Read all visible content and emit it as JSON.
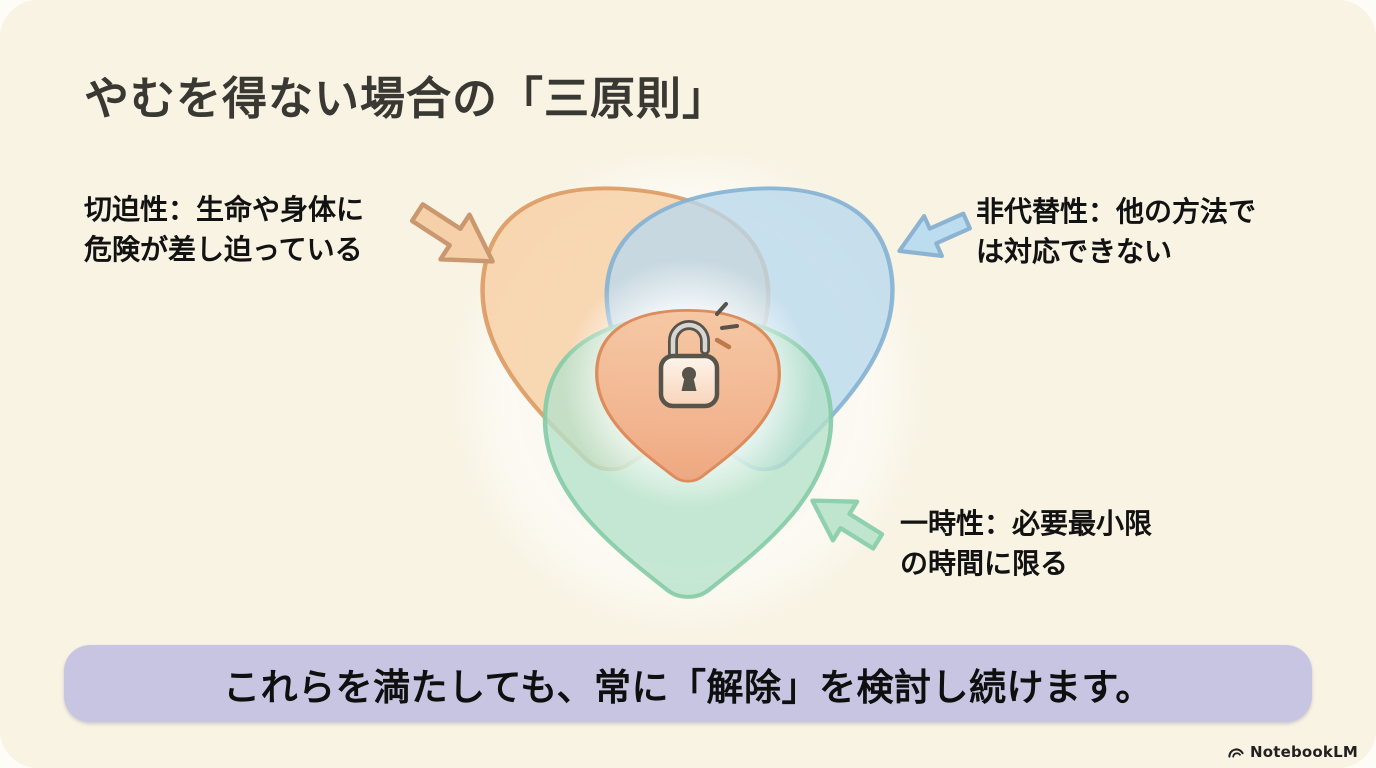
{
  "slide": {
    "title": "やむを得ない場合の「三原則」",
    "principles": [
      {
        "id": "urgency",
        "lines": [
          "切迫性：生命や身体に",
          "危険が差し迫っている"
        ]
      },
      {
        "id": "non-substitutability",
        "lines": [
          "非代替性：他の方法で",
          "は対応できない"
        ]
      },
      {
        "id": "temporariness",
        "lines": [
          "一時性：必要最小限",
          "の時間に限る"
        ]
      }
    ],
    "banner": {
      "text": "これらを満たしても、常に「解除」を検討し続けます。"
    },
    "footer": {
      "brand": "NotebookLM"
    }
  },
  "diagram": {
    "type": "venn-triquetra",
    "center_icon": "unlocked-padlock-icon",
    "petals": [
      {
        "name": "urgency-petal",
        "fill": "#f7cda2",
        "stroke": "#db9a62"
      },
      {
        "name": "non-substitutability-petal",
        "fill": "#b9d9ed",
        "stroke": "#84b1d3"
      },
      {
        "name": "temporariness-petal",
        "fill": "#b5e2ca",
        "stroke": "#85cba6"
      }
    ],
    "center": {
      "fill_light": "#f6c5a0",
      "fill_dark": "#eea47b",
      "stroke": "#dd8d5d"
    },
    "arrows": [
      {
        "name": "urgency-arrow",
        "fill": "#f6d0a8",
        "stroke": "#c9986f"
      },
      {
        "name": "non-substitutability-arrow",
        "fill": "#bcdcf0",
        "stroke": "#8cb4d2"
      },
      {
        "name": "temporariness-arrow",
        "fill": "#bfe5cf",
        "stroke": "#8fd0ae"
      }
    ]
  },
  "colors": {
    "page": "#fdfcf6",
    "card": "#f8f3e3",
    "title_text": "#3a3833",
    "label_text": "#121212",
    "banner_bg": "#c8c5e3",
    "banner_text": "#0f0f0f",
    "footer_text": "#22211f"
  }
}
